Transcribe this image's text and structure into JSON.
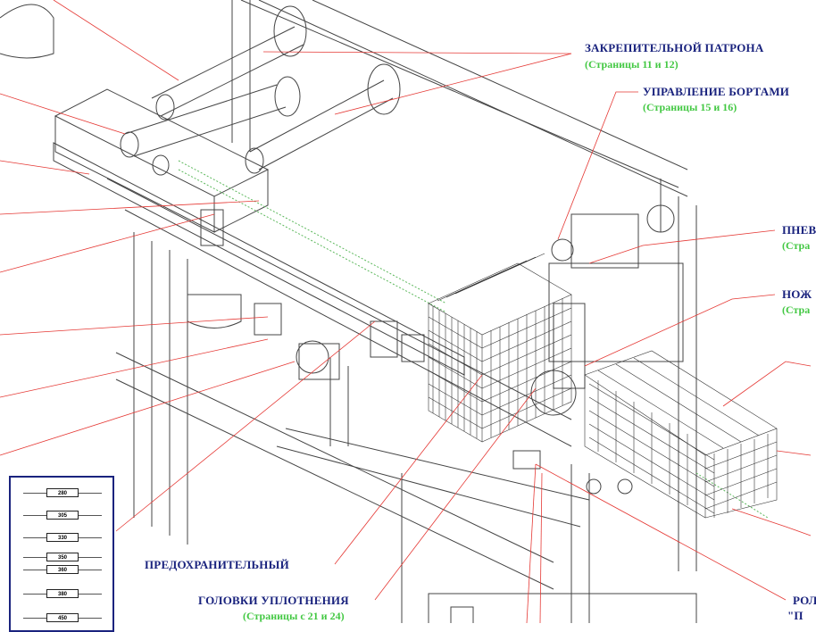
{
  "labels": {
    "chuck": {
      "title": "ЗАКРЕПИТЕЛЬНОЙ ПАТРОНА",
      "pages": "(Страницы  11 и 12)"
    },
    "edge_control": {
      "title": "УПРАВЛЕНИЕ БОРТАМИ",
      "pages": "(Страницы 15 и 16)"
    },
    "pneumatic": {
      "title": "ПНЕВ",
      "pages": "(Стра"
    },
    "knives": {
      "title": "НОЖ",
      "pages": "(Стра"
    },
    "safety": {
      "title": "ПРЕДОХРАНИТЕЛЬНЫЙ"
    },
    "sealing_heads": {
      "title": "ГОЛОВКИ УПЛОТНЕНИЯ",
      "pages": "(Страницы с 21 и 24)"
    },
    "rollers": {
      "title": "РОЛ",
      "quote": "\"П"
    }
  },
  "scale_values": [
    "280",
    "305",
    "330",
    "350",
    "360",
    "380",
    "450"
  ],
  "colors": {
    "label_blue": "#1a237e",
    "label_green": "#43c843",
    "leader_red": "#e53935",
    "line_gray": "#555555"
  }
}
